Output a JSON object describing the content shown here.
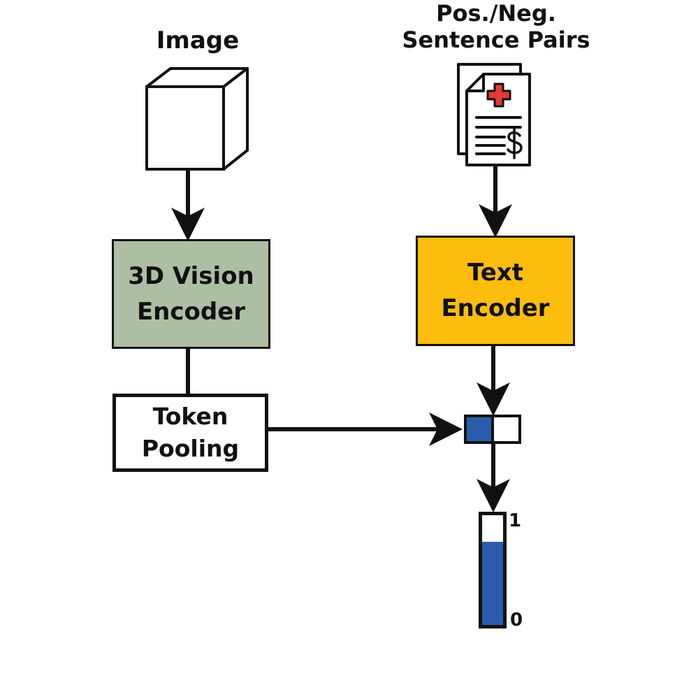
{
  "inputs": {
    "image_label": "Image",
    "text_label_line1": "Pos./Neg.",
    "text_label_line2": "Sentence Pairs"
  },
  "encoders": {
    "vision_line1": "3D Vision",
    "vision_line2": "Encoder",
    "text_line1": "Text",
    "text_line2": "Encoder"
  },
  "pooling": {
    "line1": "Token",
    "line2": "Pooling"
  },
  "score_gauge": {
    "max_label": "1",
    "min_label": "0",
    "level": 0.76
  },
  "icons": {
    "image": "cube-icon",
    "text": "medical-document-icon"
  },
  "colors": {
    "vision_encoder": "#adbfa3",
    "text_encoder": "#fdbd0f",
    "embedding_fill": "#2a5cae",
    "gauge_fill": "#2a5cae",
    "document_cross": "#e53935",
    "stroke": "#111111"
  }
}
